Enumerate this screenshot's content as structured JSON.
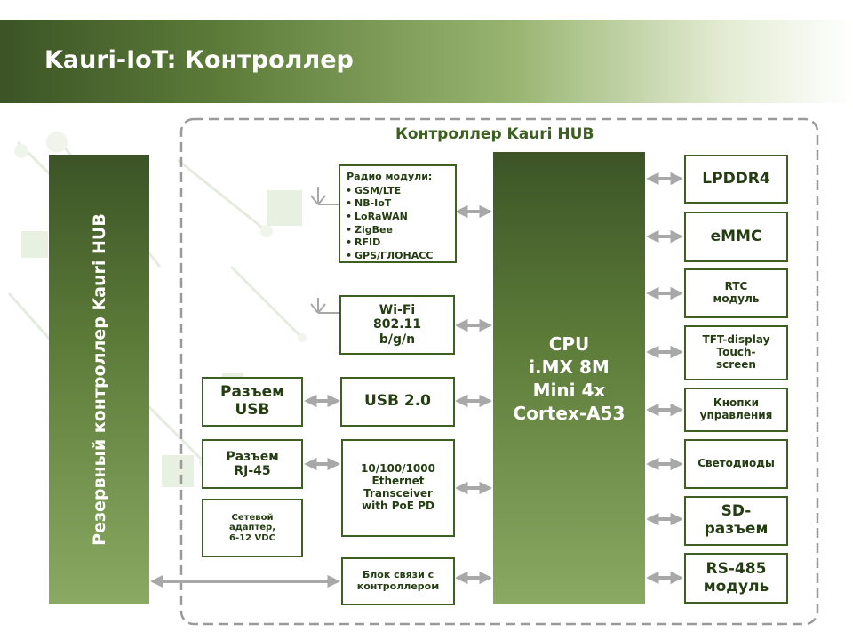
{
  "slide": {
    "title": "Kauri-IoT: Контроллер",
    "group_title": "Контроллер Kauri HUB"
  },
  "reserve": {
    "label": "Резервный контроллер Kauri HUB"
  },
  "cpu": {
    "label": "CPU\ni.MX 8M\nMini 4x\nCortex-A53"
  },
  "radio": {
    "title": "Радио модули:",
    "items": [
      "GSM/LTE",
      "NB-IoT",
      "LoRaWAN",
      "ZigBee",
      "RFID",
      "GPS/ГЛОНАСС"
    ]
  },
  "modules": {
    "wifi": "Wi-Fi\n802.11\nb/g/n",
    "usb": "USB 2.0",
    "ethernet": "10/100/1000\nEthernet\nTransceiver\nwith PoE PD",
    "link": "Блок связи с\nконтроллером"
  },
  "connectors": {
    "usb": "Разъем\nUSB",
    "rj45": "Разъем\nRJ-45",
    "power": "Сетевой\nадаптер,\n6-12 VDC"
  },
  "peripherals": {
    "lpddr4": "LPDDR4",
    "emmc": "eMMC",
    "rtc": "RTC\nмодуль",
    "tft": "TFT-display\nTouch-\nscreen",
    "buttons": "Кнопки\nуправления",
    "leds": "Светодиоды",
    "sd": "SD-\nразъем",
    "rs485": "RS-485\nмодуль"
  },
  "colors": {
    "dark_green": "#3c5426",
    "border_green": "#3f5f22",
    "arrow_gray": "#a8a8a8",
    "dashed_gray": "#9a9a9a"
  }
}
